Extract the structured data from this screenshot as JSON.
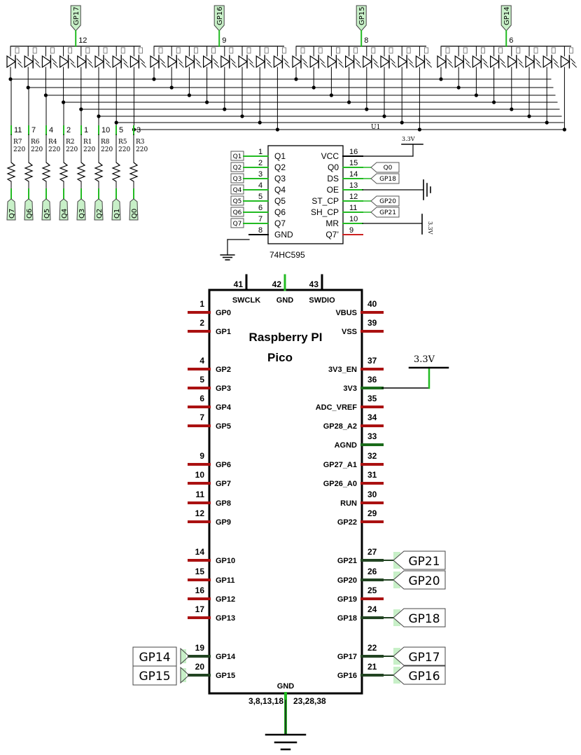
{
  "colors": {
    "wire": "#000000",
    "net_green": "#22bb22",
    "pin_red": "#aa1111",
    "label_green_fill": "#c8f0c8",
    "background": "#ffffff"
  },
  "led_bank": {
    "supply_labels": [
      "GP17",
      "GP16",
      "GP15",
      "GP14"
    ],
    "common_pins": [
      "12",
      "9",
      "8",
      "6"
    ],
    "resistor_pins": [
      "11",
      "7",
      "4",
      "2",
      "1",
      "10",
      "5",
      "3"
    ],
    "resistor_names": [
      "R7",
      "R6",
      "R4",
      "R2",
      "R1",
      "R8",
      "R5",
      "R3"
    ],
    "resistor_values": [
      "220",
      "220",
      "220",
      "220",
      "220",
      "220",
      "220",
      "220"
    ],
    "resistor_nets": [
      "Q7",
      "Q6",
      "Q5",
      "Q4",
      "Q3",
      "Q2",
      "Q1",
      "Q0"
    ],
    "bus_label": "U1"
  },
  "shift_register": {
    "part": "74HC595",
    "left_pins": [
      {
        "num": "1",
        "name": "Q1",
        "net": "Q1"
      },
      {
        "num": "2",
        "name": "Q2",
        "net": "Q2"
      },
      {
        "num": "3",
        "name": "Q3",
        "net": "Q3"
      },
      {
        "num": "4",
        "name": "Q4",
        "net": "Q4"
      },
      {
        "num": "5",
        "name": "Q5",
        "net": "Q5"
      },
      {
        "num": "6",
        "name": "Q6",
        "net": "Q6"
      },
      {
        "num": "7",
        "name": "Q7",
        "net": "Q7"
      },
      {
        "num": "8",
        "name": "GND",
        "net": ""
      }
    ],
    "right_pins": [
      {
        "num": "16",
        "name": "VCC",
        "net": ""
      },
      {
        "num": "15",
        "name": "Q0",
        "net": "Q0"
      },
      {
        "num": "14",
        "name": "DS",
        "net": "GP18"
      },
      {
        "num": "13",
        "name": "OE",
        "net": ""
      },
      {
        "num": "12",
        "name": "ST_CP",
        "net": "GP20"
      },
      {
        "num": "11",
        "name": "SH_CP",
        "net": "GP21"
      },
      {
        "num": "10",
        "name": "MR",
        "net": ""
      },
      {
        "num": "9",
        "name": "Q7’",
        "net": ""
      }
    ],
    "vcc_label": "3.3V",
    "mr_label": "3.3V"
  },
  "pico": {
    "title_line1": "Raspberry PI",
    "title_line2": "Pico",
    "top_pins": [
      {
        "num": "41",
        "name": "SWCLK"
      },
      {
        "num": "42",
        "name": "GND"
      },
      {
        "num": "43",
        "name": "SWDIO"
      }
    ],
    "left_pins": [
      {
        "num": "1",
        "name": "GP0",
        "net": ""
      },
      {
        "num": "2",
        "name": "GP1",
        "net": ""
      },
      {
        "num": "4",
        "name": "GP2",
        "net": ""
      },
      {
        "num": "5",
        "name": "GP3",
        "net": ""
      },
      {
        "num": "6",
        "name": "GP4",
        "net": ""
      },
      {
        "num": "7",
        "name": "GP5",
        "net": ""
      },
      {
        "num": "9",
        "name": "GP6",
        "net": ""
      },
      {
        "num": "10",
        "name": "GP7",
        "net": ""
      },
      {
        "num": "11",
        "name": "GP8",
        "net": ""
      },
      {
        "num": "12",
        "name": "GP9",
        "net": ""
      },
      {
        "num": "14",
        "name": "GP10",
        "net": ""
      },
      {
        "num": "15",
        "name": "GP11",
        "net": ""
      },
      {
        "num": "16",
        "name": "GP12",
        "net": ""
      },
      {
        "num": "17",
        "name": "GP13",
        "net": ""
      },
      {
        "num": "19",
        "name": "GP14",
        "net": "GP14"
      },
      {
        "num": "20",
        "name": "GP15",
        "net": "GP15"
      }
    ],
    "right_pins": [
      {
        "num": "40",
        "name": "VBUS",
        "net": ""
      },
      {
        "num": "39",
        "name": "VSS",
        "net": ""
      },
      {
        "num": "37",
        "name": "3V3_EN",
        "net": ""
      },
      {
        "num": "36",
        "name": "3V3",
        "net": ""
      },
      {
        "num": "35",
        "name": "ADC_VREF",
        "net": ""
      },
      {
        "num": "34",
        "name": "GP28_A2",
        "net": ""
      },
      {
        "num": "33",
        "name": "AGND",
        "net": ""
      },
      {
        "num": "32",
        "name": "GP27_A1",
        "net": ""
      },
      {
        "num": "31",
        "name": "GP26_A0",
        "net": ""
      },
      {
        "num": "30",
        "name": "RUN",
        "net": ""
      },
      {
        "num": "29",
        "name": "GP22",
        "net": ""
      },
      {
        "num": "27",
        "name": "GP21",
        "net": "GP21"
      },
      {
        "num": "26",
        "name": "GP20",
        "net": "GP20"
      },
      {
        "num": "25",
        "name": "GP19",
        "net": ""
      },
      {
        "num": "24",
        "name": "GP18",
        "net": "GP18"
      },
      {
        "num": "22",
        "name": "GP17",
        "net": "GP17"
      },
      {
        "num": "21",
        "name": "GP16",
        "net": "GP16"
      }
    ],
    "bottom_pin_name": "GND",
    "bottom_left_pins": "3,8,13,18",
    "bottom_right_pins": "23,28,38",
    "supply_label": "3.3V"
  }
}
